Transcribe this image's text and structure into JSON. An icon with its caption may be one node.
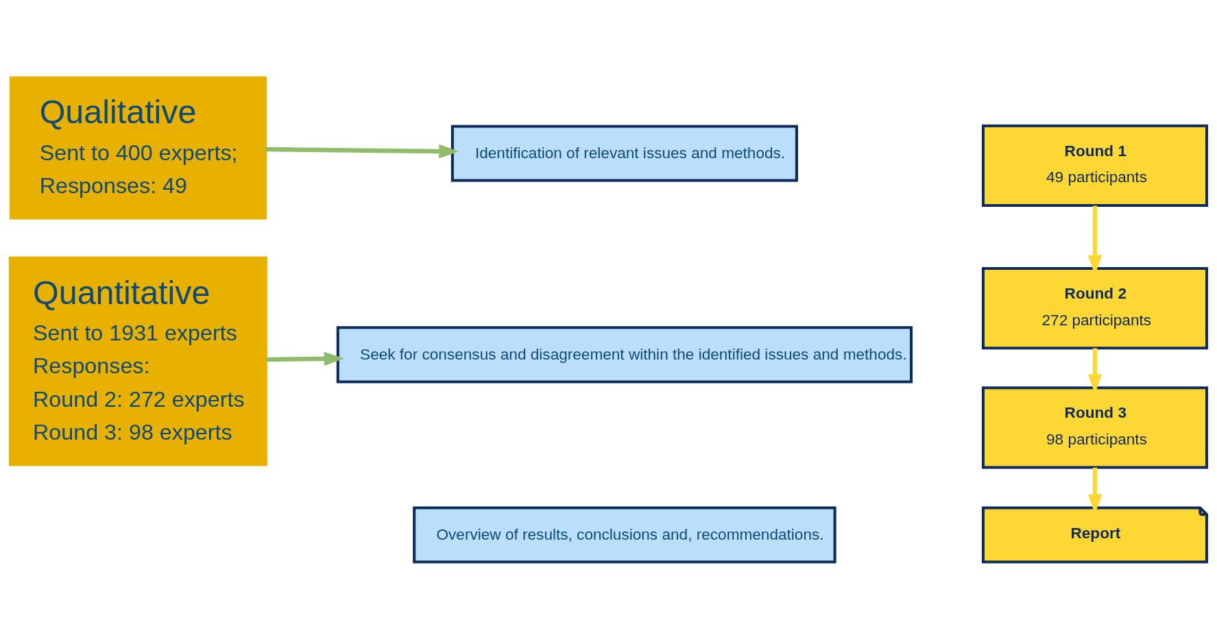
{
  "diagram": {
    "nodes": [
      {
        "text": [
          "Qualitative",
          "Sent to 400 experts;",
          "Responses: 49"
        ]
      },
      {
        "text": [
          "Quantitative",
          "Sent to 1931 experts",
          "Responses:",
          "Round 2: 272 experts",
          "Round 3: 98 experts"
        ]
      },
      {
        "text": [
          "Identification of relevant issues and methods."
        ]
      },
      {
        "text": [
          "Seek for consensus and disagreement within the identified issues and methods."
        ]
      },
      {
        "text": [
          "Overview of results, conclusions and, recommendations."
        ]
      },
      {
        "text": [
          "Round 1",
          "49 participants"
        ]
      },
      {
        "text": [
          "Round 2",
          "272 participants"
        ]
      },
      {
        "text": [
          "Round 3",
          "98 participants"
        ]
      },
      {
        "text": [
          "Report"
        ]
      }
    ],
    "edges": [
      {
        "from": 0,
        "to": 2,
        "arrow": "to",
        "color": "#8fbc6b"
      },
      {
        "from": 1,
        "to": 3,
        "arrow": "to",
        "color": "#8fbc6b"
      },
      {
        "from": 5,
        "to": 6,
        "arrow": "to"
      },
      {
        "from": 6,
        "to": 7,
        "arrow": "to"
      },
      {
        "from": 7,
        "to": 8,
        "arrow": "to"
      }
    ]
  }
}
